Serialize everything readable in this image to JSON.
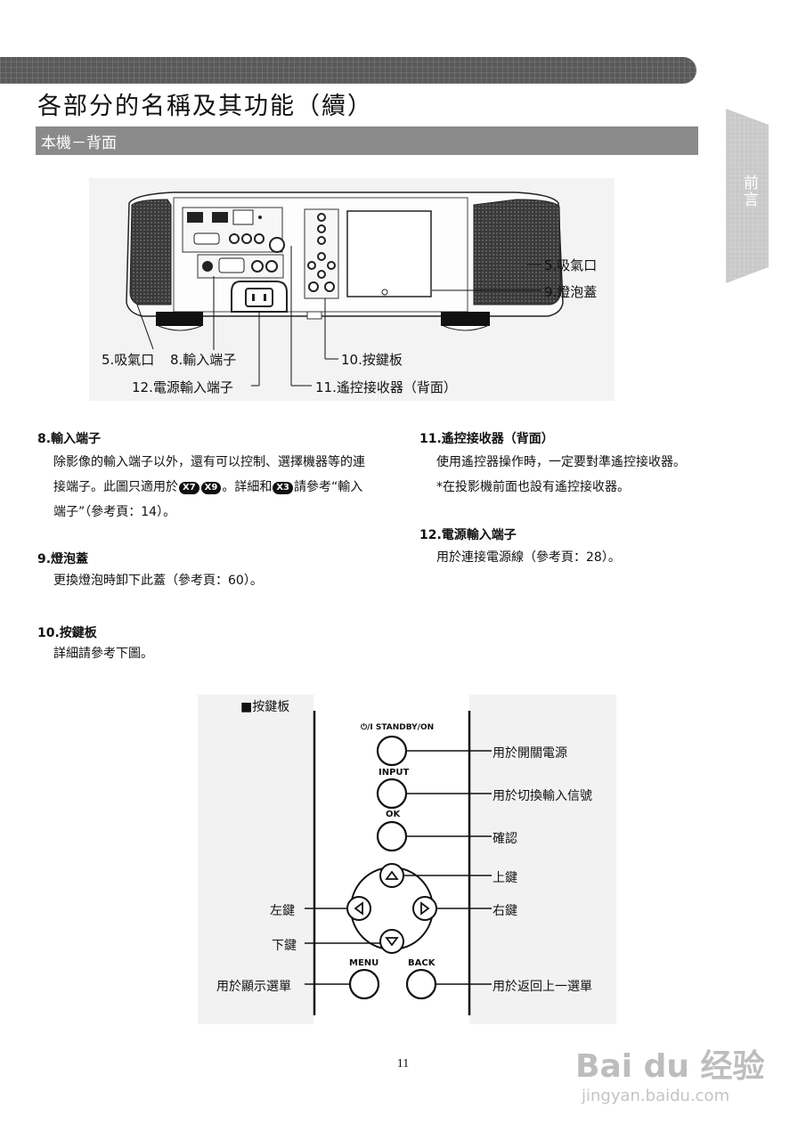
{
  "page": {
    "title": "各部分的名稱及其功能（續）",
    "section": "本機－背面",
    "side_tab": "前言",
    "page_number": "11"
  },
  "diagram_labels": {
    "intake_right": "5.吸氣口",
    "lamp_cover": "9.燈泡蓋",
    "intake_left": "5.吸氣口",
    "input_terminals": "8.輸入端子",
    "control_panel": "10.按鍵板",
    "power_input": "12.電源輸入端子",
    "ir_receiver": "11.遙控接收器（背面）"
  },
  "items": {
    "i8": {
      "heading": "8.輸入端子",
      "line1": "除影像的輸入端子以外，還有可以控制、選擇機器等的連",
      "line2a": "接端子。此圖只適用於",
      "badge1": "X7",
      "badge2": "X9",
      "line2b": "。詳細和",
      "badge3": "X3",
      "line2c": "請參考“輸入",
      "line3": "端子”（參考頁：14）。"
    },
    "i9": {
      "heading": "9.燈泡蓋",
      "text": "更換燈泡時卸下此蓋（參考頁：60）。"
    },
    "i10": {
      "heading": "10.按鍵板",
      "text": "詳細請參考下圖。"
    },
    "i11": {
      "heading": "11.遙控接收器（背面）",
      "line1": "使用遙控器操作時，一定要對準遙控接收器。",
      "line2": "*在投影機前面也設有遙控接收器。"
    },
    "i12": {
      "heading": "12.電源輸入端子",
      "text": "用於連接電源線（參考頁：28）。"
    }
  },
  "keypad": {
    "title": "■按鍵板",
    "standby_label": "⏻/I STANDBY/ON",
    "input_label": "INPUT",
    "ok_label": "OK",
    "menu_label": "MENU",
    "back_label": "BACK",
    "desc_standby": "用於開關電源",
    "desc_input": "用於切換輸入信號",
    "desc_ok": "確認",
    "desc_up": "上鍵",
    "desc_right": "右鍵",
    "desc_left": "左鍵",
    "desc_down": "下鍵",
    "desc_menu": "用於顯示選單",
    "desc_back": "用於返回上一選單"
  },
  "watermark": {
    "logo": "Bai du 经验",
    "url": "jingyan.baidu.com"
  }
}
